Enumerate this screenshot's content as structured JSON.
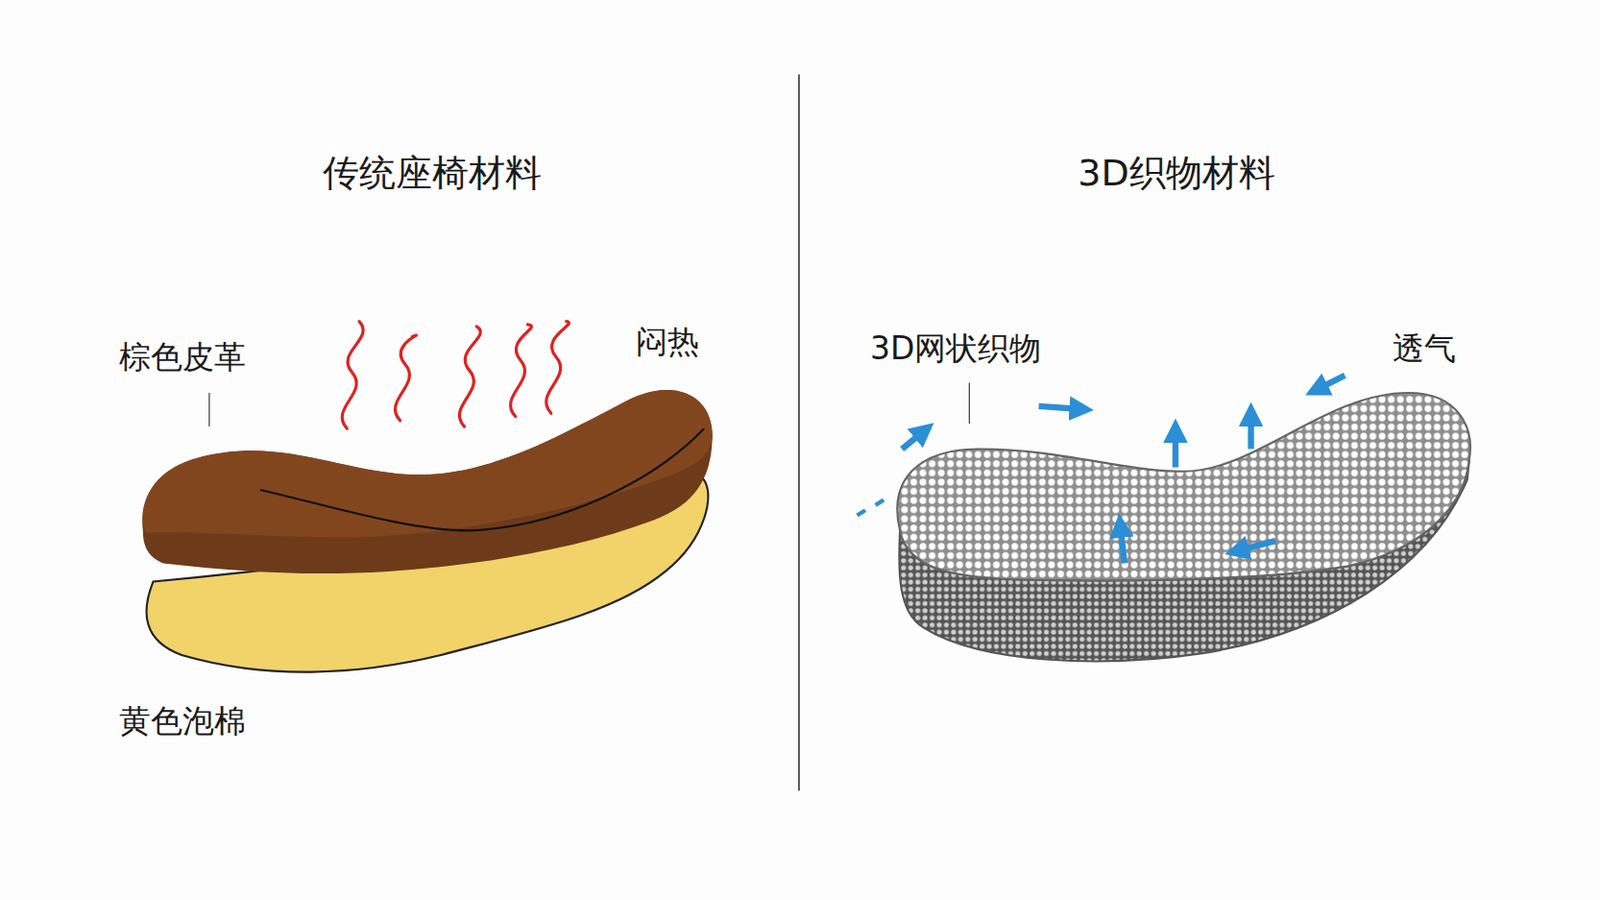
{
  "diagram": {
    "labels": [
      "传统座椅材料",
      "棕色皮革",
      "闷热",
      "黄色泡棉",
      "3D织物材料",
      "3D网状织物",
      "透气"
    ]
  }
}
